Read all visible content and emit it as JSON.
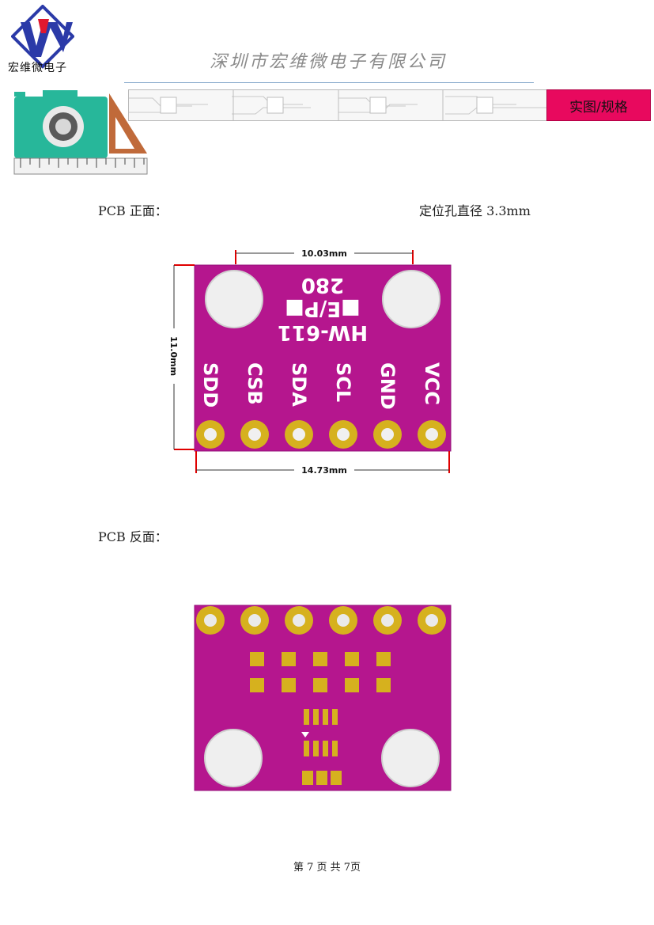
{
  "header": {
    "logo_text": "宏维微电子",
    "company_name": "深圳市宏维微电子有限公司",
    "section_tag": "实图/规格"
  },
  "colors": {
    "pcb": "#b5168e",
    "pad": "#d6b11e",
    "tag": "#e8095e",
    "camera": "#27b79a",
    "dimension": "#e00000"
  },
  "front": {
    "label": "PCB 正面：",
    "hole_note": "定位孔直径 3.3mm",
    "dim_top": "10.03mm",
    "dim_side": "11.0mm",
    "dim_bottom": "14.73mm",
    "silk_line1": "280",
    "silk_line2": "■E/P■",
    "silk_line3": "HW-611",
    "pins": [
      "SDD",
      "CSB",
      "SDA",
      "SCL",
      "GND",
      "VCC"
    ]
  },
  "back": {
    "label": "PCB 反面："
  },
  "footer": {
    "page_text": "第 7 页 共 7页"
  }
}
